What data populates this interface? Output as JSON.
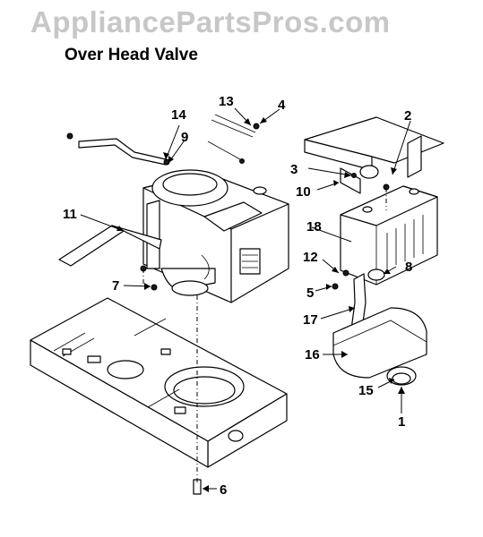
{
  "watermark": "AppliancePartsPros.com",
  "title": "Over Head Valve",
  "callouts": {
    "c1": "1",
    "c2": "2",
    "c3": "3",
    "c4": "4",
    "c5": "5",
    "c6": "6",
    "c7": "7",
    "c8": "8",
    "c9": "9",
    "c10": "10",
    "c11": "11",
    "c12": "12",
    "c13": "13",
    "c14": "14",
    "c15": "15",
    "c16": "16",
    "c17": "17",
    "c18": "18"
  }
}
